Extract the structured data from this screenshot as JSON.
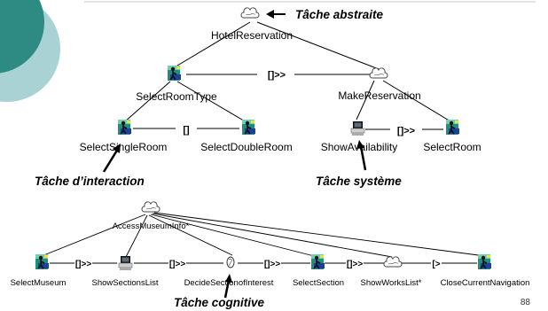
{
  "page_number": "88",
  "colors": {
    "teal": "#2e8b83",
    "light_teal": "#a9d2d4",
    "rule": "#c8c8c8"
  },
  "annotations": {
    "abstract": "Tâche abstraite",
    "interaction": "Tâche d’interaction",
    "system": "Tâche système",
    "cognitive": "Tâche cognitive"
  },
  "tree1": {
    "root": "HotelReservation",
    "left": "SelectRoomType",
    "right": "MakeReservation",
    "op_root": "[]>>",
    "left_children": [
      "SelectSingleRoom",
      "SelectDoubleRoom"
    ],
    "op_left": "[]",
    "right_children": [
      "ShowAvailability",
      "SelectRoom"
    ],
    "op_right": "[]>>"
  },
  "tree2": {
    "root": "AccessMuseumInfo*",
    "children": [
      "SelectMuseum",
      "ShowSectionsList",
      "DecideSectionofInterest",
      "SelectSection",
      "ShowWorksList*",
      "CloseCurrentNavigation"
    ],
    "operators": [
      "[]>>",
      "[]>>",
      "[]>>",
      "[]>>",
      "[>"
    ]
  },
  "icons": [
    "cloud-icon",
    "interaction-icon",
    "computer-icon",
    "cognitive-icon"
  ]
}
